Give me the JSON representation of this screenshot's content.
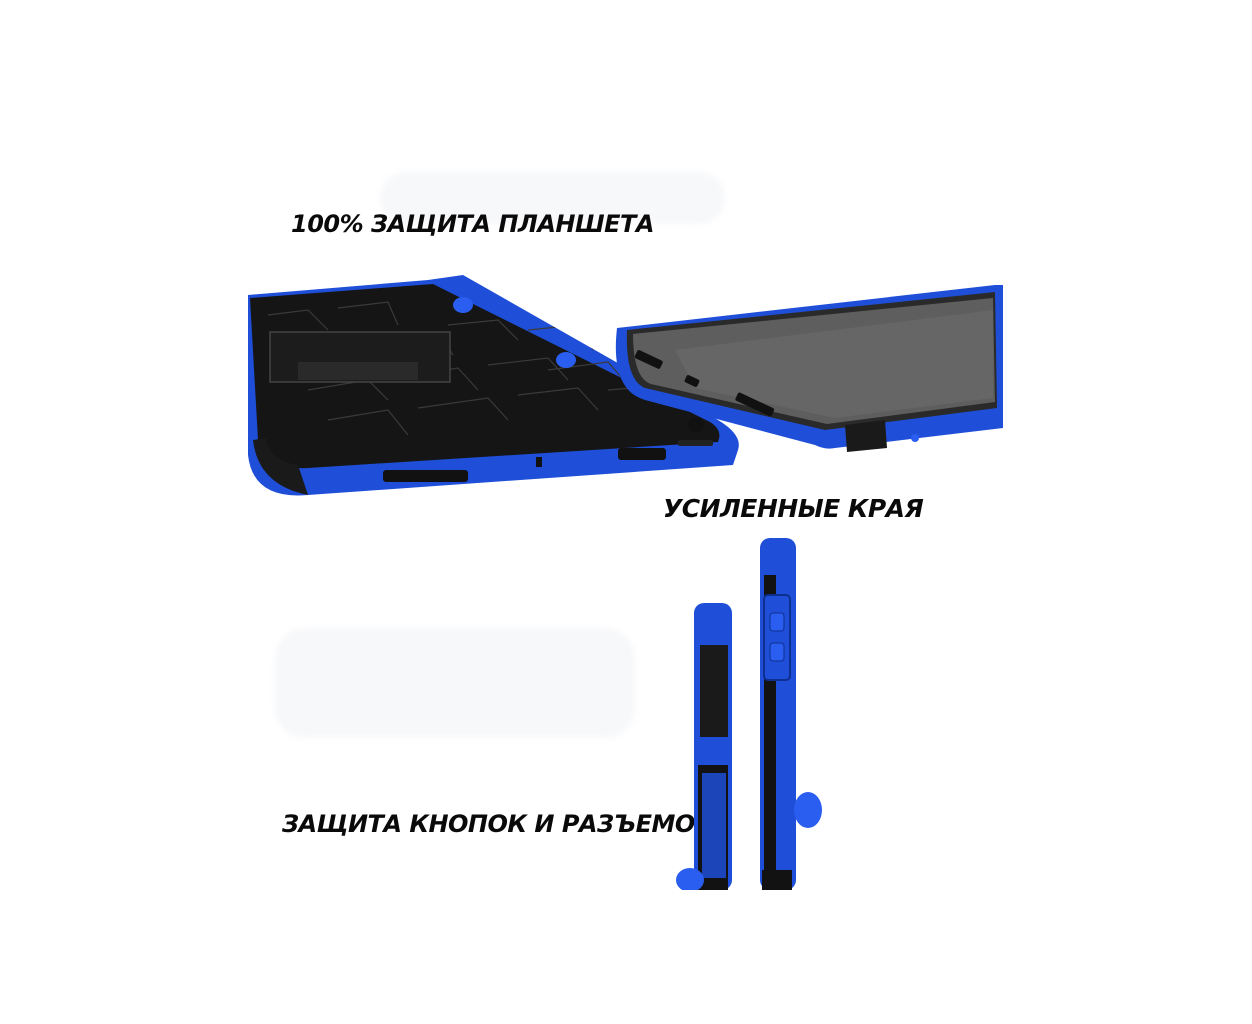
{
  "captions": {
    "protection": "100% ЗАЩИТА ПЛАНШЕТА",
    "edges": "УСИЛЕННЫЕ КРАЯ",
    "ports": "ЗАЩИТА КНОПОК И РАЗЪЕМОВ"
  },
  "images": {
    "back": "tablet-case-back-kickstand",
    "front": "tablet-screen-reinforced-edge",
    "side": "tablet-case-side-buttons"
  },
  "colors": {
    "case_blue": "#1f4fd8",
    "rubber_black": "#161616",
    "screen_gray": "#5e5e5e",
    "text": "#0a0a0a"
  }
}
